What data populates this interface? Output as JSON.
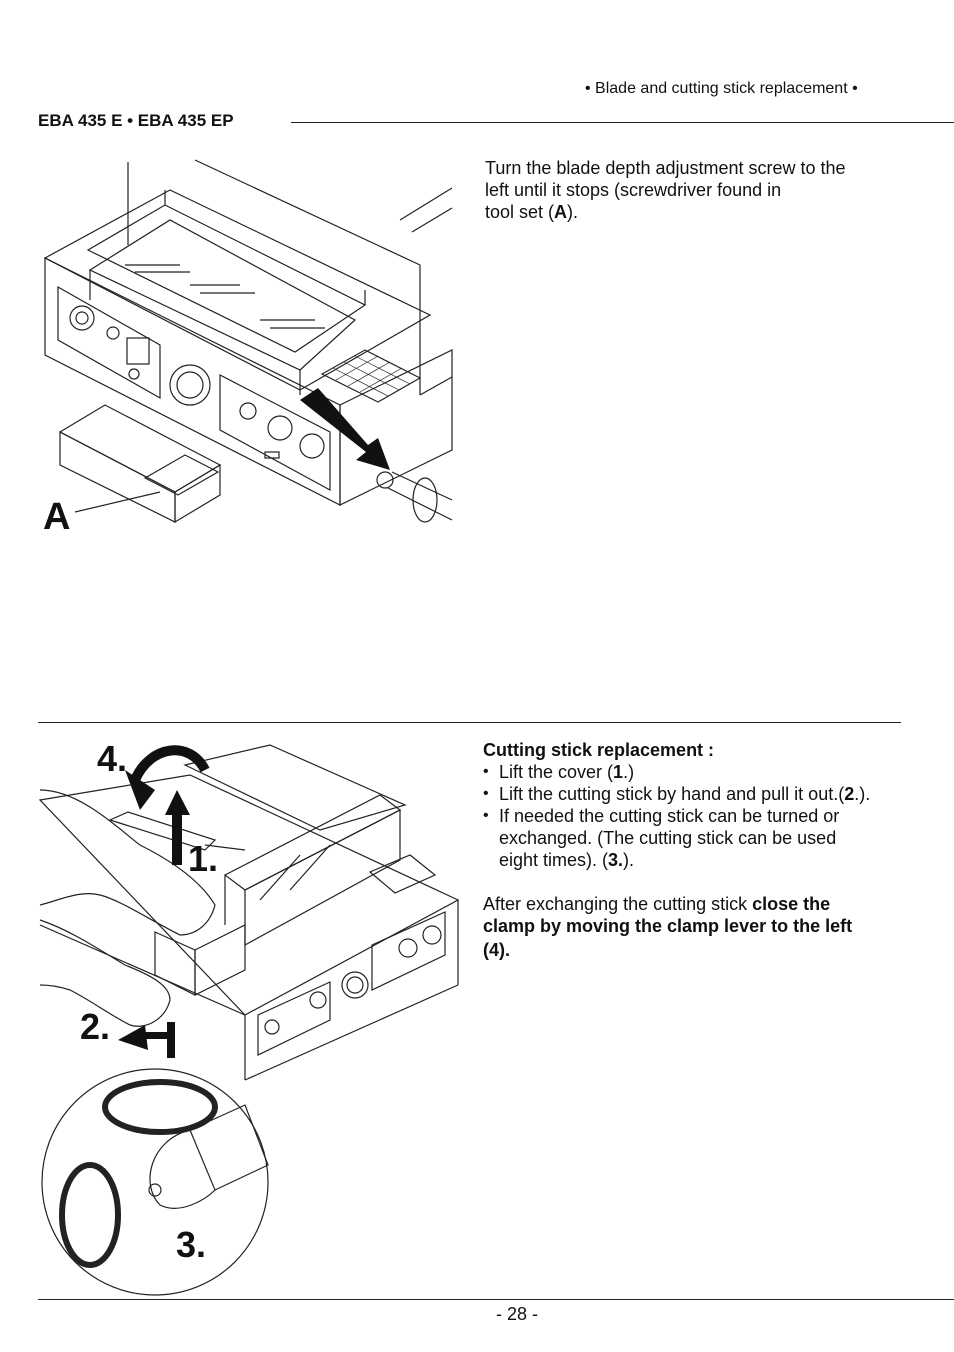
{
  "header": {
    "section": "• Blade and cutting stick replacement •",
    "model": "EBA 435 E • EBA 435 EP"
  },
  "step_blade": {
    "line1": "Turn the blade depth adjustment screw to the",
    "line2": "left until it stops (screwdriver found in",
    "line3_pre": "tool set (",
    "line3_bold": "A",
    "line3_post": ").",
    "figure_label": "A"
  },
  "cutting_stick": {
    "heading": "Cutting stick replacement :",
    "item1_pre": "Lift the cover (",
    "item1_bold": "1",
    "item1_post": ".)",
    "item2_pre": "Lift the cutting stick by hand and pull it out.(",
    "item2_bold": "2",
    "item2_post": ".).",
    "item3_line1": "If needed the cutting stick can be turned or",
    "item3_line2": "exchanged. (The cutting stick can be used",
    "item3_line3_pre": "eight times). (",
    "item3_line3_bold": "3.",
    "item3_line3_post": ").",
    "after_pre": "After exchanging the cutting stick ",
    "after_bold1": "close the",
    "after_bold2": "clamp by moving the clamp lever to the left",
    "after_bold3": "(4).",
    "marker_1": "1.",
    "marker_2": "2.",
    "marker_3": "3.",
    "marker_4": "4."
  },
  "footer": {
    "page": "- 28 -"
  }
}
